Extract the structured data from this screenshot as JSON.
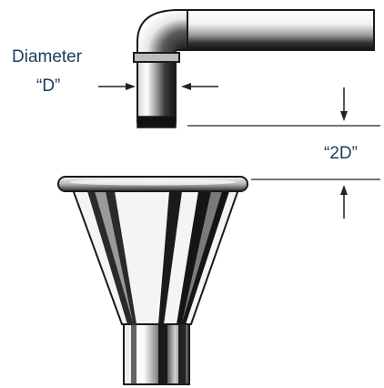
{
  "labels": {
    "diameter_word": "Diameter",
    "diameter_symbol": "“D”",
    "gap": "“2D”"
  },
  "colors": {
    "outline": "#1a1a1a",
    "label_text": "#1f3a5c",
    "dimension_line": "#222222"
  },
  "icons": {
    "pipe": "air-gap-pipe-icon",
    "funnel": "funnel-receptor-icon"
  }
}
